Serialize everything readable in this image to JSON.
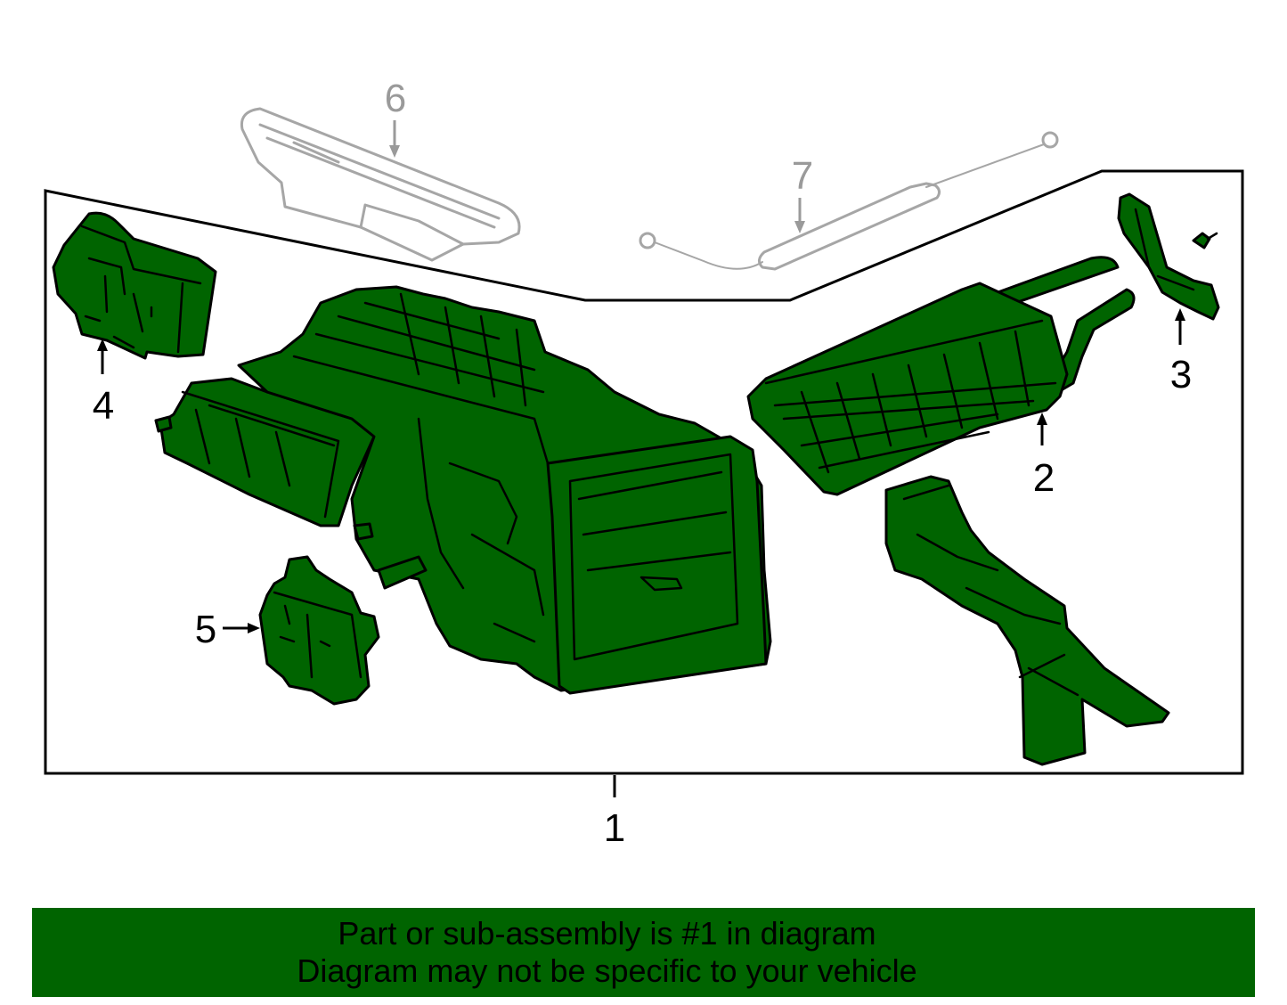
{
  "diagram": {
    "callouts": [
      {
        "id": "1",
        "label": "1"
      },
      {
        "id": "2",
        "label": "2"
      },
      {
        "id": "3",
        "label": "3"
      },
      {
        "id": "4",
        "label": "4"
      },
      {
        "id": "5",
        "label": "5"
      },
      {
        "id": "6",
        "label": "6"
      },
      {
        "id": "7",
        "label": "7"
      }
    ],
    "colors": {
      "highlight": "#006400",
      "outline": "#000000",
      "ghost": "#a6a6a6"
    }
  },
  "banner": {
    "line1": "Part or sub-assembly is #1 in diagram",
    "line2": "Diagram may not be specific to your vehicle"
  }
}
